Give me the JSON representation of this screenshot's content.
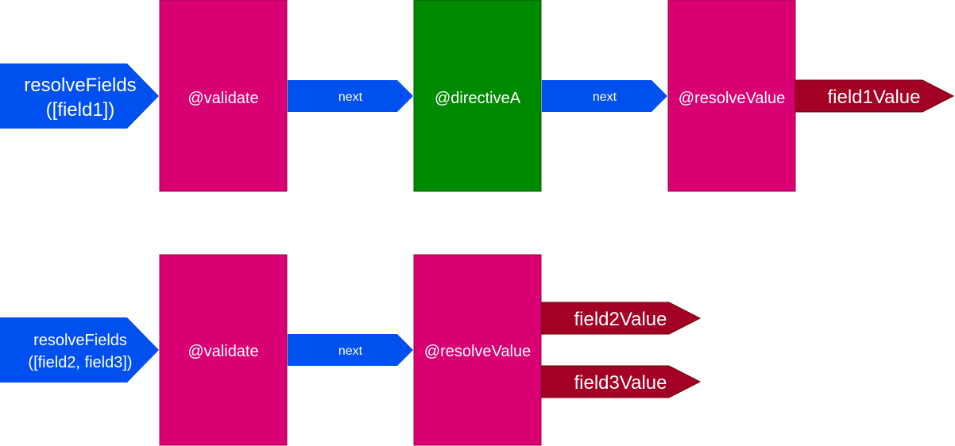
{
  "colors": {
    "arrow_blue": "#0050EF",
    "block_magenta": "#D80073",
    "block_magenta_border": "#A50040",
    "block_green": "#008A00",
    "block_green_border": "#005700",
    "output_red": "#A20025",
    "output_red_border": "#6F0000",
    "text": "#FFFFFF"
  },
  "pipeline1": {
    "input": {
      "line1": "resolveFields",
      "line2": "([field1])"
    },
    "validate": {
      "label": "@validate"
    },
    "next1": {
      "label": "next"
    },
    "directive": {
      "label": "@directiveA"
    },
    "next2": {
      "label": "next"
    },
    "resolve": {
      "label": "@resolveValue"
    },
    "output": {
      "label": "field1Value"
    }
  },
  "pipeline2": {
    "input": {
      "line1": "resolveFields",
      "line2": "([field2, field3])"
    },
    "validate": {
      "label": "@validate"
    },
    "next1": {
      "label": "next"
    },
    "resolve": {
      "label": "@resolveValue"
    },
    "output1": {
      "label": "field2Value"
    },
    "output2": {
      "label": "field3Value"
    }
  }
}
